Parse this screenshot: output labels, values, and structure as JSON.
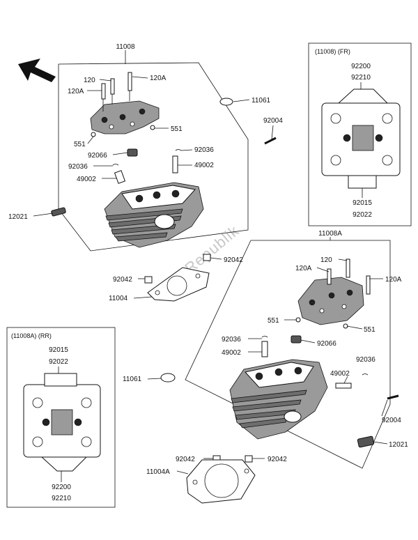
{
  "watermark": "PartsRepublik",
  "direction_arrow_icon": "arrow-up-left-icon",
  "front_head": {
    "group_label": "11008",
    "labels": {
      "bolt_120": "120",
      "bolt_120a_right": "120A",
      "bolt_120a_left": "120A",
      "gasket_11061": "11061",
      "pin_551_right": "551",
      "pin_551_left": "551",
      "seal_92066": "92066",
      "clip_92036_right": "92036",
      "clip_92036_left": "92036",
      "guide_49002_right": "49002",
      "guide_49002_left": "49002",
      "stud_92004": "92004",
      "plug_12021": "12021",
      "dowel_92042_right": "92042",
      "dowel_92042_left": "92042",
      "gasket_11004": "11004"
    }
  },
  "rear_head": {
    "group_label": "11008A",
    "labels": {
      "bolt_120": "120",
      "bolt_120a_left": "120A",
      "bolt_120a_right": "120A",
      "pin_551_left": "551",
      "pin_551_right": "551",
      "clip_92036_left": "92036",
      "seal_92066": "92066",
      "guide_49002_left": "49002",
      "guide_49002_right": "49002",
      "clip_92036_right": "92036",
      "gasket_11061": "11061",
      "stud_92004": "92004",
      "plug_12021": "12021",
      "dowel_92042_left": "92042",
      "dowel_92042_right": "92042",
      "gasket_11004a": "11004A"
    }
  },
  "inset_front": {
    "title": "(11008) (FR)",
    "top_labels": [
      "92200",
      "92210"
    ],
    "bottom_labels": [
      "92015",
      "92022"
    ]
  },
  "inset_rear": {
    "title": "(11008A) (RR)",
    "top_labels": [
      "92015",
      "92022"
    ],
    "bottom_labels": [
      "92200",
      "92210"
    ]
  }
}
